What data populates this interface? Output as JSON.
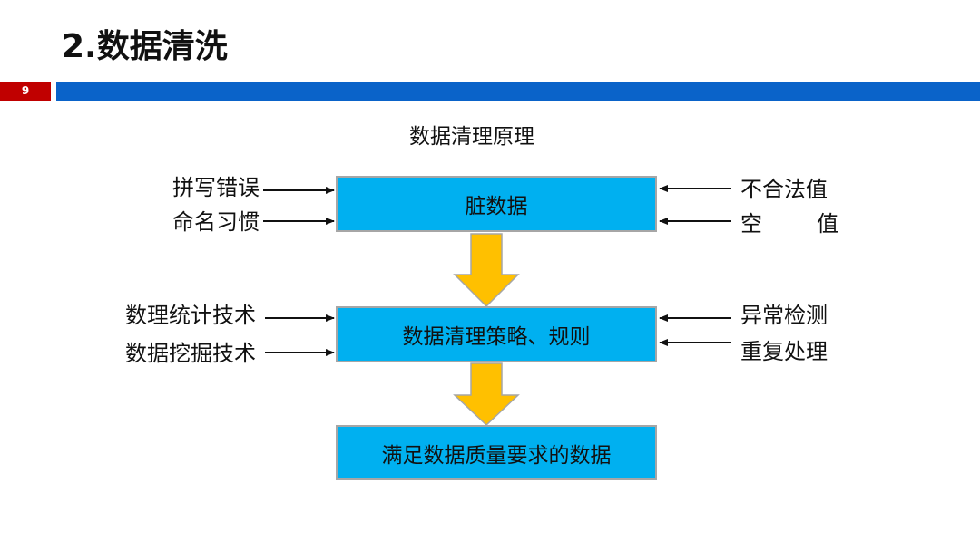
{
  "slide": {
    "title": "2.数据清洗",
    "page_number": "9"
  },
  "diagram": {
    "title": "数据清理原理",
    "boxes": {
      "dirty_data": "脏数据",
      "strategy": "数据清理策略、规则",
      "quality_data": "满足数据质量要求的数据"
    },
    "left_inputs": {
      "spelling_errors": "拼写错误",
      "naming_habits": "命名习惯",
      "statistical_tech": "数理统计技术",
      "mining_tech": "数据挖掘技术"
    },
    "right_inputs": {
      "illegal_value": "不合法值",
      "null_value_char1": "空",
      "null_value_char2": "值",
      "anomaly_detection": "异常检测",
      "dedup": "重复处理"
    },
    "colors": {
      "box_fill": "#00b0f0",
      "box_border": "#a6a6a6",
      "flow_arrow": "#ffc000",
      "title_rule": "#0a63c9",
      "page_badge": "#c00000"
    }
  }
}
